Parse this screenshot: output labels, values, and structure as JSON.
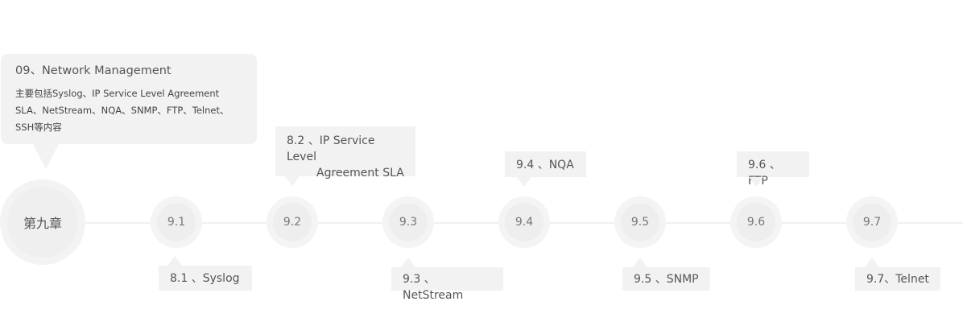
{
  "chapter": {
    "label": "第九章",
    "title": "09、Network Management",
    "description": "主要包括Syslog、IP Service Level Agreement SLA、NetStream、NQA、SNMP、FTP、Telnet、SSH等内容"
  },
  "nodes": [
    {
      "label": "9.1"
    },
    {
      "label": "9.2"
    },
    {
      "label": "9.3"
    },
    {
      "label": "9.4"
    },
    {
      "label": "9.5"
    },
    {
      "label": "9.6"
    },
    {
      "label": "9.7"
    }
  ],
  "sections": {
    "s8_1": "8.1 、Syslog",
    "s8_2_line1": "8.2 、IP Service Level",
    "s8_2_line2": "Agreement SLA",
    "s9_3": "9.3 、NetStream",
    "s9_4": "9.4 、NQA",
    "s9_5": "9.5 、SNMP",
    "s9_6": "9.6 、FTP",
    "s9_7": "9.7、Telnet"
  }
}
